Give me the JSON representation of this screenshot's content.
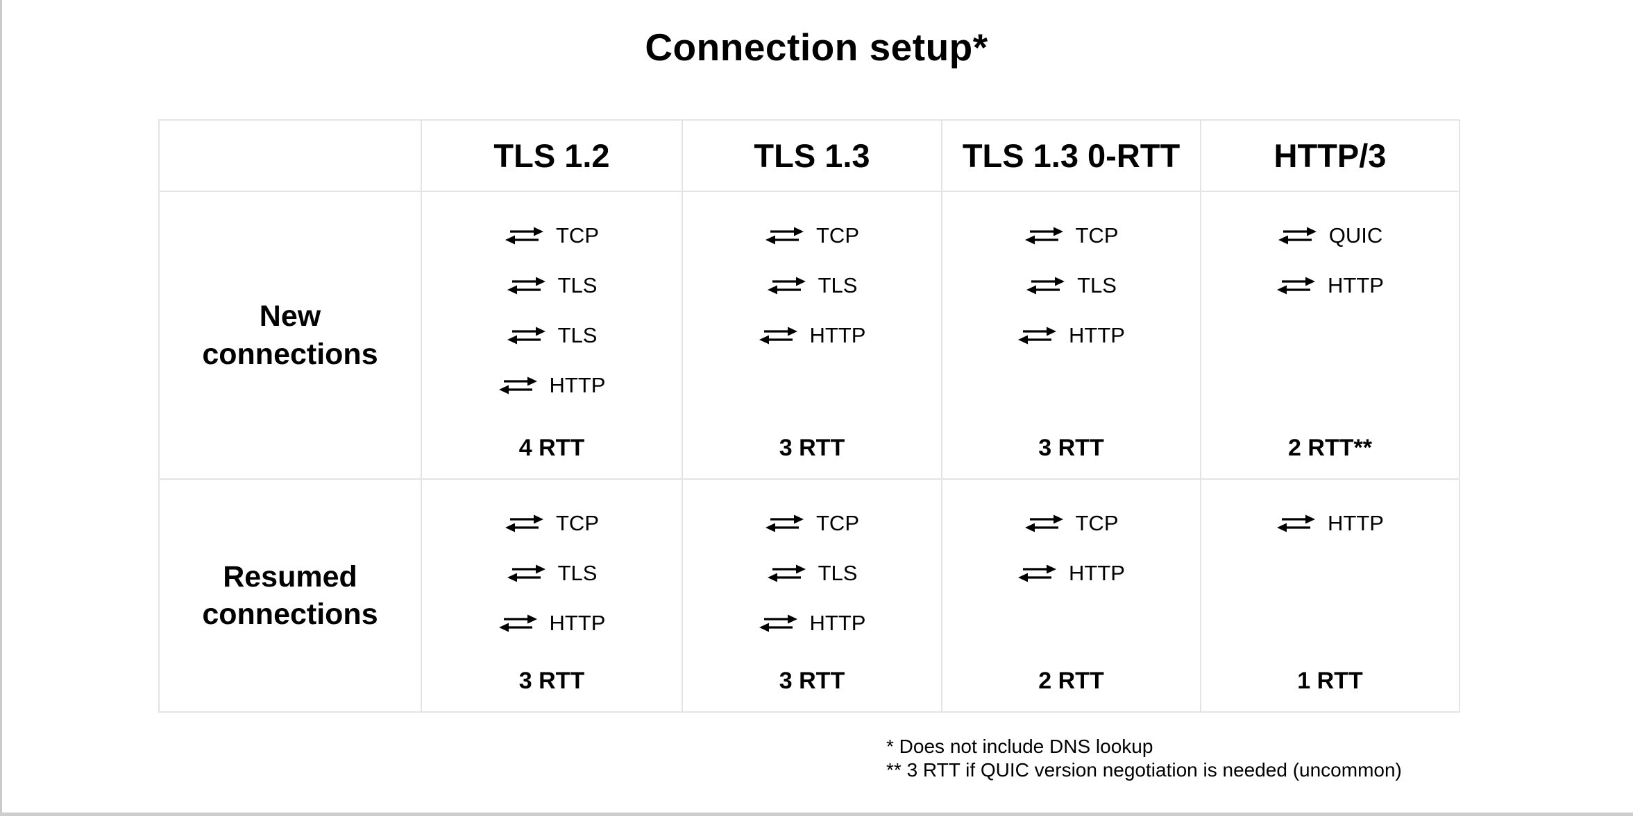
{
  "page": {
    "title": "Connection setup*",
    "background": "#ffffff",
    "text_color": "#000000",
    "grid_line_color": "#e4e4e4",
    "edge_line_color": "#cbcbcb"
  },
  "table": {
    "column_headers": [
      "TLS 1.2",
      "TLS 1.3",
      "TLS 1.3 0-RTT",
      "HTTP/3"
    ],
    "rows": [
      {
        "label": "New connections",
        "cells": [
          {
            "steps": [
              "TCP",
              "TLS",
              "TLS",
              "HTTP"
            ],
            "rtt": "4 RTT"
          },
          {
            "steps": [
              "TCP",
              "TLS",
              "HTTP"
            ],
            "rtt": "3 RTT"
          },
          {
            "steps": [
              "TCP",
              "TLS",
              "HTTP"
            ],
            "rtt": "3 RTT"
          },
          {
            "steps": [
              "QUIC",
              "HTTP"
            ],
            "rtt": "2 RTT**"
          }
        ]
      },
      {
        "label": "Resumed connections",
        "cells": [
          {
            "steps": [
              "TCP",
              "TLS",
              "HTTP"
            ],
            "rtt": "3 RTT"
          },
          {
            "steps": [
              "TCP",
              "TLS",
              "HTTP"
            ],
            "rtt": "3 RTT"
          },
          {
            "steps": [
              "TCP",
              "HTTP"
            ],
            "rtt": "2 RTT"
          },
          {
            "steps": [
              "HTTP"
            ],
            "rtt": "1 RTT"
          }
        ]
      }
    ]
  },
  "icon": {
    "name": "round-trip-arrows-icon",
    "meaning": "one network round trip",
    "glyph": "⇄"
  },
  "footnotes": [
    "* Does not include DNS lookup",
    "** 3 RTT if QUIC version negotiation is needed (uncommon)"
  ]
}
